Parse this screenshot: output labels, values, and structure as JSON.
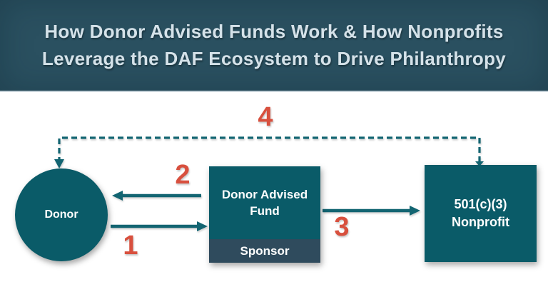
{
  "header": {
    "title_line1": "How Donor Advised Funds Work & How Nonprofits",
    "title_line2": "Leverage the DAF Ecosystem to Drive Philanthropy"
  },
  "diagram": {
    "donor": {
      "label": "Donor"
    },
    "daf": {
      "label_line1": "Donor Advised",
      "label_line2": "Fund",
      "sponsor_label": "Sponsor"
    },
    "nonprofit": {
      "label_line1": "501(c)(3)",
      "label_line2": "Nonprofit"
    },
    "steps": {
      "step1": "1",
      "step2": "2",
      "step3": "3",
      "step4": "4"
    },
    "colors": {
      "header_bg": "#2a5060",
      "header_text": "#d5e2e9",
      "node_teal": "#0a5b68",
      "sponsor_band": "#2f4b5d",
      "arrow_teal": "#136572",
      "step_number_red": "#d8503e"
    }
  }
}
